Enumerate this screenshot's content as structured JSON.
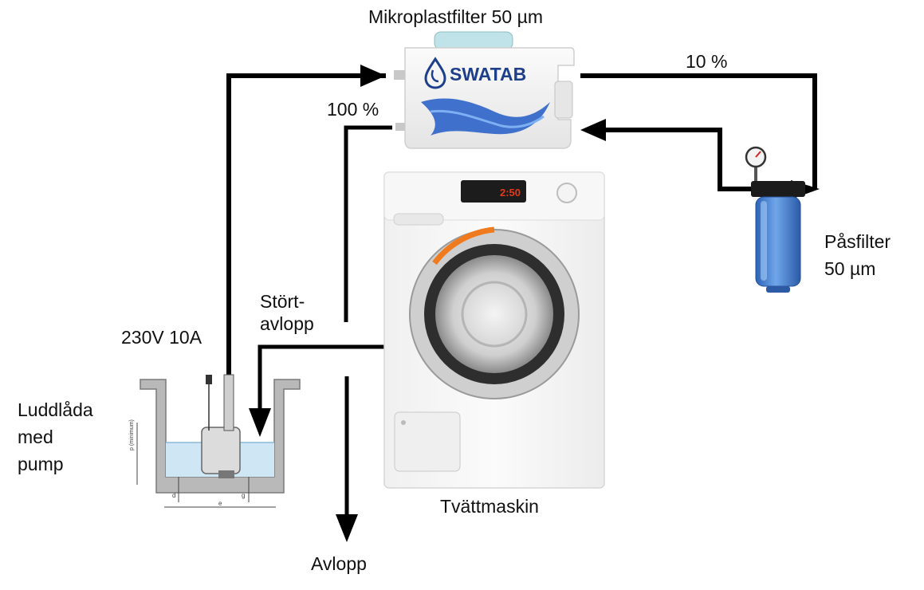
{
  "labels": {
    "filter_title": "Mikroplastfilter 50 µm",
    "brand": "SWATAB",
    "percent_10": "10 %",
    "percent_100": "100 %",
    "prefilter": "Påsfilter\n50 µm",
    "stort_avlopp": "Stört-\navlopp",
    "power": "230V 10A",
    "lint_box": "Luddlåda\nmed\npump",
    "washer": "Tvättmaskin",
    "drain": "Avlopp",
    "washer_display": "2:50",
    "pit_label_p": "p (minimum)",
    "pit_label_e": "e",
    "pit_label_d": "d",
    "pit_label_g": "g"
  },
  "colors": {
    "line": "#000000",
    "brand_blue": "#1e3f8c",
    "filter_blue": "#3f7fd0",
    "water": "#cfe6f4",
    "washer_ring": "#f07a1e",
    "display": "#e33a1a"
  },
  "icons": [
    "pressure-gauge-icon",
    "swatab-logo-icon",
    "pump-icon"
  ]
}
